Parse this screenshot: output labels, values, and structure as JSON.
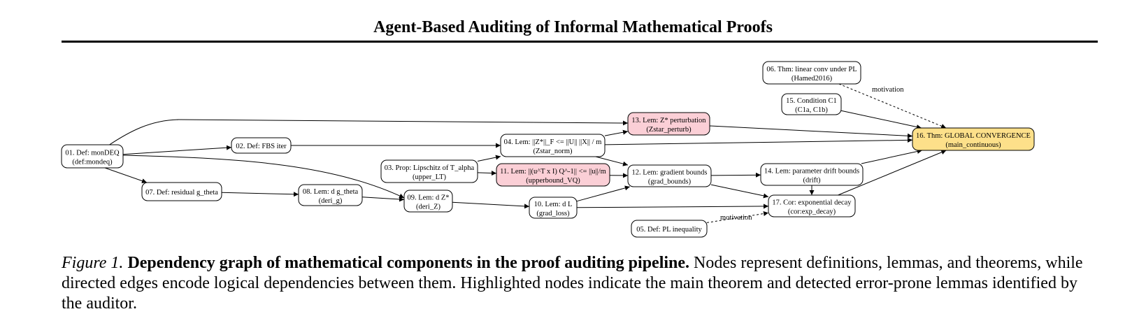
{
  "header": {
    "title": "Agent-Based Auditing of Informal Mathematical Proofs"
  },
  "colors": {
    "highlight_main": "#fde08a",
    "highlight_error": "#fbcfd6",
    "node_fill": "#ffffff",
    "stroke": "#000000"
  },
  "nodes": [
    {
      "id": "n01",
      "line1": "01. Def: monDEQ",
      "line2": "(def:mondeq)",
      "status": "normal"
    },
    {
      "id": "n02",
      "line1": "02. Def: FBS iter",
      "line2": "",
      "status": "normal"
    },
    {
      "id": "n03",
      "line1": "03. Prop: Lipschitz of T_alpha",
      "line2": "(upper_LT)",
      "status": "normal"
    },
    {
      "id": "n04",
      "line1": "04. Lem: ||Z*||_F <= ||U|| ||X|| / m",
      "line2": "(Zstar_norm)",
      "status": "normal"
    },
    {
      "id": "n05",
      "line1": "05. Def: PL inequality",
      "line2": "",
      "status": "normal"
    },
    {
      "id": "n06",
      "line1": "06. Thm: linear conv under PL",
      "line2": "(Hamed2016)",
      "status": "normal"
    },
    {
      "id": "n07",
      "line1": "07. Def: residual g_theta",
      "line2": "",
      "status": "normal"
    },
    {
      "id": "n08",
      "line1": "08. Lem: d g_theta",
      "line2": "(deri_g)",
      "status": "normal"
    },
    {
      "id": "n09",
      "line1": "09. Lem: d Z*",
      "line2": "(deri_Z)",
      "status": "normal"
    },
    {
      "id": "n10",
      "line1": "10. Lem: d L",
      "line2": "(grad_loss)",
      "status": "normal"
    },
    {
      "id": "n11",
      "line1": "11. Lem: ||(u^T x I) Q^-1|| <= ||u||/m",
      "line2": "(upperbound_VQ)",
      "status": "error"
    },
    {
      "id": "n12",
      "line1": "12. Lem: gradient bounds",
      "line2": "(grad_bounds)",
      "status": "normal"
    },
    {
      "id": "n13",
      "line1": "13. Lem: Z* perturbation",
      "line2": "(Zstar_perturb)",
      "status": "error"
    },
    {
      "id": "n14",
      "line1": "14. Lem: parameter drift bounds",
      "line2": "(drift)",
      "status": "normal"
    },
    {
      "id": "n15",
      "line1": "15. Condition C1",
      "line2": "(C1a, C1b)",
      "status": "normal"
    },
    {
      "id": "n16",
      "line1": "16. Thm: GLOBAL CONVERGENCE",
      "line2": "(main_continuous)",
      "status": "main"
    },
    {
      "id": "n17",
      "line1": "17. Cor: exponential decay",
      "line2": "(cor:exp_decay)",
      "status": "normal"
    }
  ],
  "edges": [
    {
      "from": "n01",
      "to": "n02",
      "style": "solid",
      "label": ""
    },
    {
      "from": "n01",
      "to": "n13",
      "style": "solid",
      "label": ""
    },
    {
      "from": "n01",
      "to": "n07",
      "style": "solid",
      "label": ""
    },
    {
      "from": "n01",
      "to": "n09",
      "style": "solid",
      "label": ""
    },
    {
      "from": "n02",
      "to": "n04",
      "style": "solid",
      "label": ""
    },
    {
      "from": "n03",
      "to": "n04",
      "style": "solid",
      "label": ""
    },
    {
      "from": "n03",
      "to": "n11",
      "style": "solid",
      "label": ""
    },
    {
      "from": "n04",
      "to": "n13",
      "style": "solid",
      "label": ""
    },
    {
      "from": "n04",
      "to": "n16",
      "style": "solid",
      "label": ""
    },
    {
      "from": "n04",
      "to": "n12",
      "style": "solid",
      "label": ""
    },
    {
      "from": "n07",
      "to": "n08",
      "style": "solid",
      "label": ""
    },
    {
      "from": "n08",
      "to": "n09",
      "style": "solid",
      "label": ""
    },
    {
      "from": "n09",
      "to": "n10",
      "style": "solid",
      "label": ""
    },
    {
      "from": "n10",
      "to": "n12",
      "style": "solid",
      "label": ""
    },
    {
      "from": "n10",
      "to": "n17",
      "style": "solid",
      "label": ""
    },
    {
      "from": "n11",
      "to": "n12",
      "style": "solid",
      "label": ""
    },
    {
      "from": "n12",
      "to": "n14",
      "style": "solid",
      "label": ""
    },
    {
      "from": "n12",
      "to": "n17",
      "style": "solid",
      "label": ""
    },
    {
      "from": "n13",
      "to": "n16",
      "style": "solid",
      "label": ""
    },
    {
      "from": "n14",
      "to": "n16",
      "style": "solid",
      "label": ""
    },
    {
      "from": "n14",
      "to": "n17",
      "style": "solid",
      "label": ""
    },
    {
      "from": "n15",
      "to": "n16",
      "style": "solid",
      "label": ""
    },
    {
      "from": "n17",
      "to": "n16",
      "style": "solid",
      "label": ""
    },
    {
      "from": "n06",
      "to": "n16",
      "style": "dashed",
      "label": "motivation"
    },
    {
      "from": "n05",
      "to": "n17",
      "style": "dashed",
      "label": "motivation"
    }
  ],
  "caption": {
    "figure_label": "Figure 1.",
    "title": "Dependency graph of mathematical components in the proof auditing pipeline.",
    "text": "Nodes represent definitions, lemmas, and theorems, while directed edges encode logical dependencies between them. Highlighted nodes indicate the main theorem and detected error-prone lemmas identified by the auditor."
  }
}
